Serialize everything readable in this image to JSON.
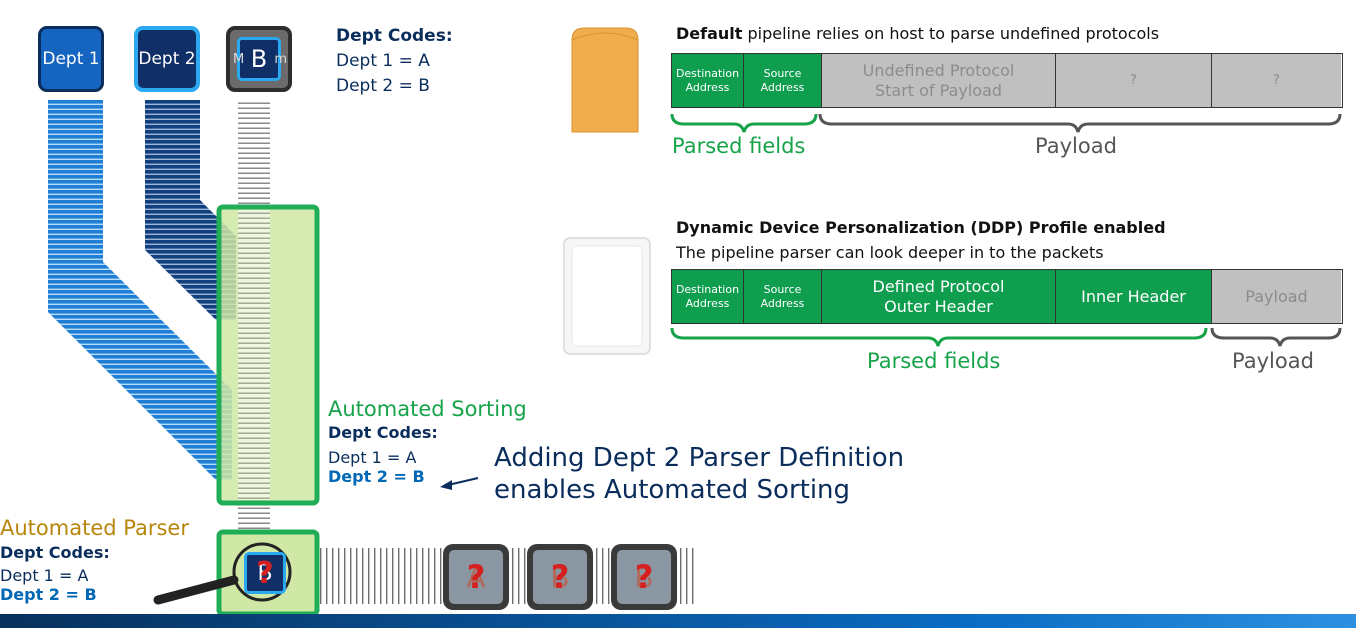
{
  "depts": {
    "dept1": "Dept 1",
    "dept2": "Dept 2",
    "mystery_letter": "B",
    "mystery_left": "M",
    "mystery_right": "m"
  },
  "codes_top": {
    "title": "Dept Codes:",
    "line1": "Dept 1 = A",
    "line2": "Dept 2 = B"
  },
  "sorting": {
    "heading": "Automated Sorting",
    "title": "Dept Codes:",
    "line1": "Dept 1 = A",
    "line2": "Dept 2 = B"
  },
  "callout": {
    "line1": "Adding Dept 2 Parser Definition",
    "line2": "enables Automated Sorting"
  },
  "parser": {
    "heading": "Automated Parser",
    "title": "Dept Codes:",
    "line1": "Dept 1 = A",
    "line2": "Dept 2 = B",
    "box_letter": "B",
    "box_mark": "?"
  },
  "queue": [
    {
      "letter": "A",
      "mark": "?"
    },
    {
      "letter": "B",
      "mark": "?"
    },
    {
      "letter": "B",
      "mark": "?"
    }
  ],
  "default_pipeline": {
    "title_bold": "Default",
    "title_rest": " pipeline relies on host to parse undefined protocols",
    "cells": [
      "Destination Address",
      "Source Address",
      "Undefined Protocol Start of Payload",
      "?",
      "?"
    ],
    "parsed_label": "Parsed fields",
    "payload_label": "Payload"
  },
  "ddp_pipeline": {
    "title": "Dynamic Device Personalization (DDP) Profile enabled",
    "subtitle": "The pipeline parser can look deeper in to the packets",
    "cells": [
      "Destination Address",
      "Source Address",
      "Defined Protocol Outer Header",
      "Inner Header",
      "Payload"
    ],
    "parsed_label": "Parsed fields",
    "payload_label": "Payload"
  },
  "colors": {
    "navy": "#0a2d5c",
    "green": "#0f9d4e",
    "gold": "#b8860b",
    "blue": "#0068b5"
  }
}
